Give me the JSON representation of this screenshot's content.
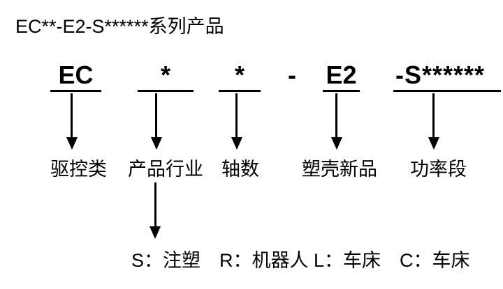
{
  "colors": {
    "ink": "#000000",
    "bg": "#ffffff"
  },
  "title": "EC**-E2-S******系列产品",
  "code_row": {
    "segments": [
      {
        "text": "EC"
      },
      {
        "text": "*"
      },
      {
        "text": "*"
      },
      {
        "text": "-"
      },
      {
        "text": "E2"
      },
      {
        "text": "-S******"
      }
    ]
  },
  "field_labels": [
    {
      "text": "驱控类"
    },
    {
      "text": "产品行业"
    },
    {
      "text": "轴数"
    },
    {
      "text": "塑壳新品"
    },
    {
      "text": "功率段"
    }
  ],
  "industry_legend": "S：注塑　R：机器人 L：车床　C：车床"
}
